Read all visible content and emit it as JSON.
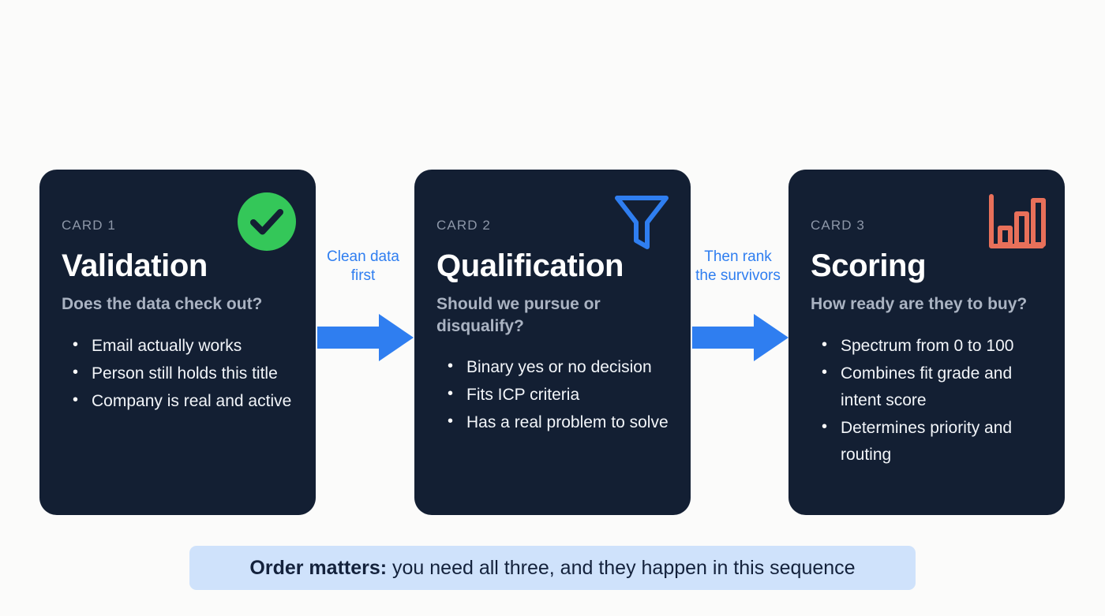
{
  "background_color": "#fbfbfa",
  "theme": {
    "card_bg": "#131f33",
    "accent_blue": "#2f7ef0",
    "accent_green": "#34c759",
    "accent_coral": "#e8705a",
    "banner_bg": "#cfe2fb",
    "banner_text": "#14223c"
  },
  "cards": [
    {
      "eyebrow": "CARD 1",
      "title": "Validation",
      "subtitle": "Does the data check out?",
      "icon": "check-circle-icon",
      "icon_color": "#34c759",
      "bullets": [
        "Email actually works",
        "Person still holds this title",
        "Company is real and active"
      ]
    },
    {
      "eyebrow": "CARD 2",
      "title": "Qualification",
      "subtitle": "Should we pursue or disqualify?",
      "icon": "funnel-icon",
      "icon_color": "#2f7ef0",
      "bullets": [
        "Binary yes or no decision",
        "Fits ICP criteria",
        "Has a real problem to solve"
      ]
    },
    {
      "eyebrow": "CARD 3",
      "title": "Scoring",
      "subtitle": "How ready are they to buy?",
      "icon": "bar-chart-icon",
      "icon_color": "#e8705a",
      "bullets": [
        "Spectrum from 0 to 100",
        "Combines fit grade and intent score",
        "Determines priority and routing"
      ]
    }
  ],
  "connectors": [
    {
      "label_line_1": "Clean data",
      "label_line_2": "first",
      "arrow": "right-arrow-icon",
      "color": "#2f7ef0"
    },
    {
      "label_line_1": "Then rank",
      "label_line_2": "the survivors",
      "arrow": "right-arrow-icon",
      "color": "#2f7ef0"
    }
  ],
  "footer": {
    "lead": "Order matters:",
    "rest": " you need all three, and they happen in this sequence"
  }
}
